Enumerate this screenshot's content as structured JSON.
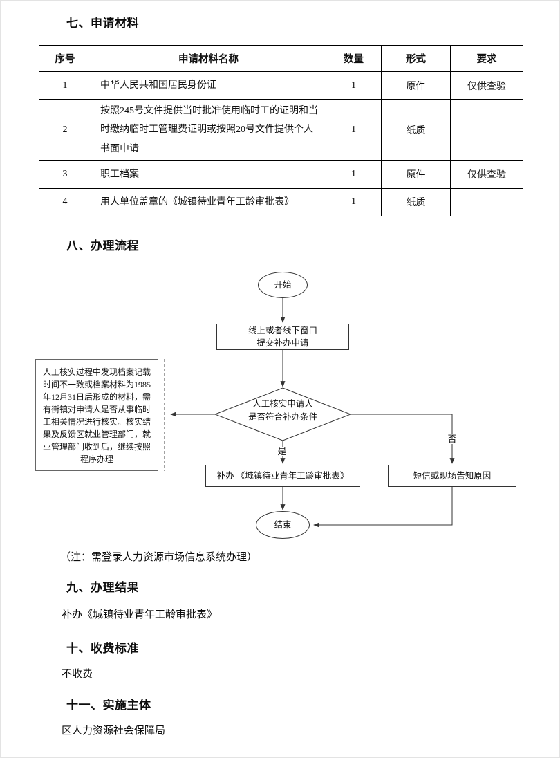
{
  "sections": {
    "s7": {
      "title": "七、申请材料"
    },
    "s8": {
      "title": "八、办理流程"
    },
    "s9": {
      "title": "九、办理结果",
      "body": "补办《城镇待业青年工龄审批表》"
    },
    "s10": {
      "title": "十、收费标准",
      "body": "不收费"
    },
    "s11": {
      "title": "十一、实施主体",
      "body": "区人力资源社会保障局"
    }
  },
  "materials_table": {
    "headers": [
      "序号",
      "申请材料名称",
      "数量",
      "形式",
      "要求"
    ],
    "rows": [
      [
        "1",
        "中华人民共和国居民身份证",
        "1",
        "原件",
        "仅供查验"
      ],
      [
        "2",
        "按照245号文件提供当时批准使用临时工的证明和当时缴纳临时工管理费证明或按照20号文件提供个人书面申请",
        "1",
        "纸质",
        ""
      ],
      [
        "3",
        "职工档案",
        "1",
        "原件",
        "仅供查验"
      ],
      [
        "4",
        "用人单位盖章的《城镇待业青年工龄审批表》",
        "1",
        "纸质",
        ""
      ]
    ]
  },
  "flowchart": {
    "start": "开始",
    "step1_line1": "线上或者线下窗口",
    "step1_line2": "提交补办申请",
    "decision_line1": "人工核实申请人",
    "decision_line2": "是否符合补办条件",
    "note": "人工核实过程中发现档案记载时间不一致或档案材料为1985年12月31日后形成的材料，需有街镇对申请人是否从事临时工相关情况进行核实。核实结果及反馈区就业管理部门，就业管理部门收到后，继续按照程序办理",
    "yes_label": "是",
    "no_label": "否",
    "yes_box": "补办 《城镇待业青年工龄审批表》",
    "no_box": "短信或现场告知原因",
    "end": "结束",
    "footnote": "（注：需登录人力资源市场信息系统办理）"
  }
}
